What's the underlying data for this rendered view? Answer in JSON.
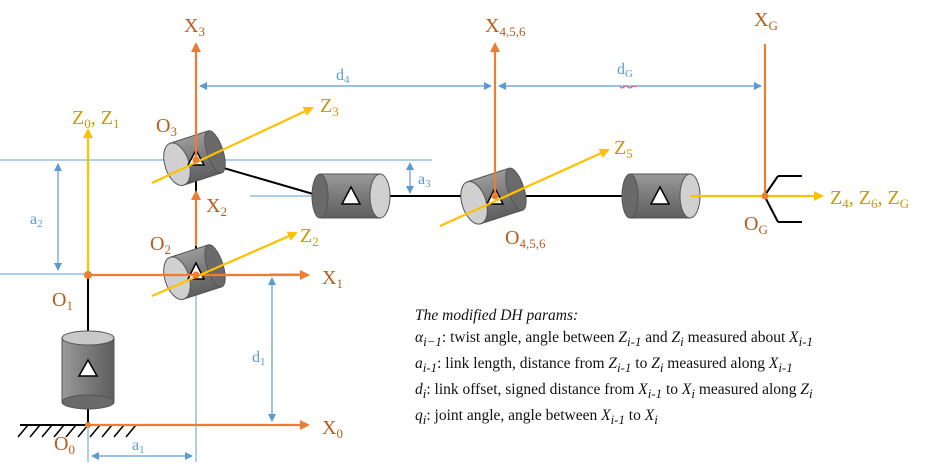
{
  "labels": {
    "X3": "X",
    "X3_sub": "3",
    "X456": "X",
    "X456_sub": "4,5,6",
    "XG": "X",
    "XG_sub": "G",
    "d4": "d",
    "d4_sub": "4",
    "dG": "d",
    "dG_sub": "G",
    "Z0Z1_a": "Z",
    "Z0Z1_a_sub": "0",
    "Z0Z1_mid": ", Z",
    "Z0Z1_b_sub": "1",
    "O3": "O",
    "O3_sub": "3",
    "Z3": "Z",
    "Z3_sub": "3",
    "Z5": "Z",
    "Z5_sub": "5",
    "a3": "a",
    "a3_sub": "3",
    "a2": "a",
    "a2_sub": "2",
    "X2": "X",
    "X2_sub": "2",
    "O2": "O",
    "O2_sub": "2",
    "Z2": "Z",
    "Z2_sub": "2",
    "O456": "O",
    "O456_sub": "4,5,6",
    "OG": "O",
    "OG_sub": "G",
    "Z4Z6ZG_a": "Z",
    "Z4Z6ZG_a_sub": "4",
    "Z4Z6ZG_mid1": ", Z",
    "Z4Z6ZG_b_sub": "6",
    "Z4Z6ZG_mid2": ", Z",
    "Z4Z6ZG_c_sub": "G",
    "O1": "O",
    "O1_sub": "1",
    "X1": "X",
    "X1_sub": "1",
    "d1": "d",
    "d1_sub": "1",
    "X0": "X",
    "X0_sub": "0",
    "O0": "O",
    "O0_sub": "0",
    "a1": "a",
    "a1_sub": "1"
  },
  "dh_params": {
    "title": "The modified DH params:",
    "alpha_sym": "α",
    "alpha_sub": "i−1",
    "alpha_text_1": ": twist angle, angle between ",
    "alpha_z1": "Z",
    "alpha_z1_sub": "i-1",
    "alpha_and": " and ",
    "alpha_z2": "Z",
    "alpha_z2_sub": "i",
    "alpha_text_2": " measured about ",
    "alpha_x": "X",
    "alpha_x_sub": "i-1",
    "a_sym": "a",
    "a_sub": "i-1",
    "a_text_1": ": link length, distance from ",
    "a_z1": "Z",
    "a_z1_sub": "i-1",
    "a_to": " to ",
    "a_z2": "Z",
    "a_z2_sub": "i",
    "a_text_2": " measured along ",
    "a_x": "X",
    "a_x_sub": "i-1",
    "d_sym": "d",
    "d_sub": "i",
    "d_text_1": ": link offset, signed distance from ",
    "d_x1": "X",
    "d_x1_sub": "i-1",
    "d_to": " to ",
    "d_x2": "X",
    "d_x2_sub": "i",
    "d_text_2": " measured along ",
    "d_z": "Z",
    "d_z_sub": "i",
    "q_sym": "q",
    "q_sub": "i",
    "q_text_1": ": joint angle, angle between ",
    "q_x1": "X",
    "q_x1_sub": "i-1",
    "q_to": " to ",
    "q_x2": "X",
    "q_x2_sub": "i"
  },
  "colors": {
    "axis_orange": "#ed7d31",
    "axis_gold": "#ffc000",
    "dimension_blue": "#5b9bd5",
    "joint_gray": "#7f7f7f",
    "label_brown": "#b85c1e"
  }
}
